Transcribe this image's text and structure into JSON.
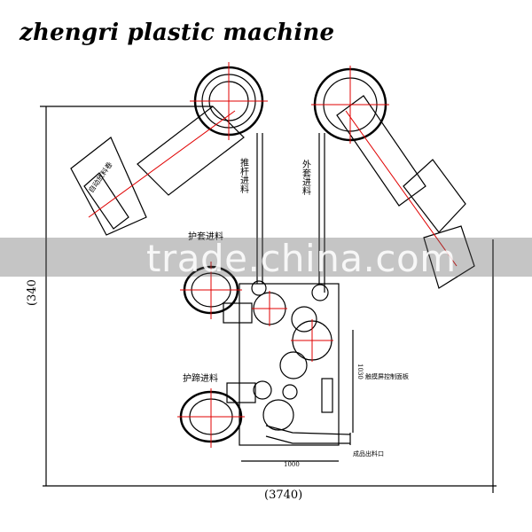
{
  "header": {
    "title": "zhengri plastic machine"
  },
  "watermark": {
    "text": "trade.china.com"
  },
  "diagram": {
    "labels": {
      "top_left_box": "自动放料卷",
      "center_left_vertical": "推杆进料",
      "center_right_vertical": "外套进料",
      "mid_left": "护套进料",
      "lower_left": "护蹄进料",
      "right_box": "触摸屏控制面板",
      "bottom_outlet": "成品出料口"
    },
    "dimensions": {
      "left_height": "(340",
      "bottom_overall": "(3740)",
      "bottom_inner": "1000",
      "right_inner": "1030"
    }
  },
  "colors": {
    "lines": "#000000",
    "accent": "#e00000"
  }
}
